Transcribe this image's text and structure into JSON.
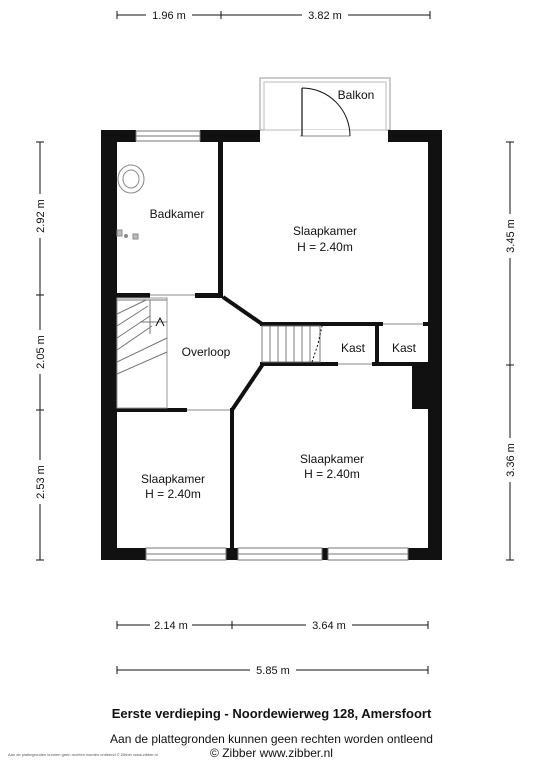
{
  "rooms": {
    "balkon": "Balkon",
    "badkamer": "Badkamer",
    "slaapkamer_top": "Slaapkamer",
    "slaapkamer_top_h": "H = 2.40m",
    "overloop": "Overloop",
    "kast1": "Kast",
    "kast2": "Kast",
    "slaapkamer_mid": "Slaapkamer",
    "slaapkamer_mid_h": "H = 2.40m",
    "slaapkamer_left": "Slaapkamer",
    "slaapkamer_left_h": "H = 2.40m"
  },
  "dimensions": {
    "top_left": "1.96 m",
    "top_right": "3.82 m",
    "left_1": "2.92 m",
    "left_2": "2.05 m",
    "left_3": "2.53 m",
    "right_1": "3.45 m",
    "right_2": "3.36 m",
    "bottom_left": "2.14 m",
    "bottom_right": "3.64 m",
    "bottom_total": "5.85 m"
  },
  "footer": {
    "title": "Eerste verdieping  - Noordewierweg 128, Amersfoort",
    "disclaimer": "Aan de plattegronden kunnen geen rechten worden ontleend",
    "credit": "© Zibber www.zibber.nl",
    "tiny": "Aan de plattegronden kunnen geen rechten worden ontleend © Zibber www.zibber.nl"
  }
}
